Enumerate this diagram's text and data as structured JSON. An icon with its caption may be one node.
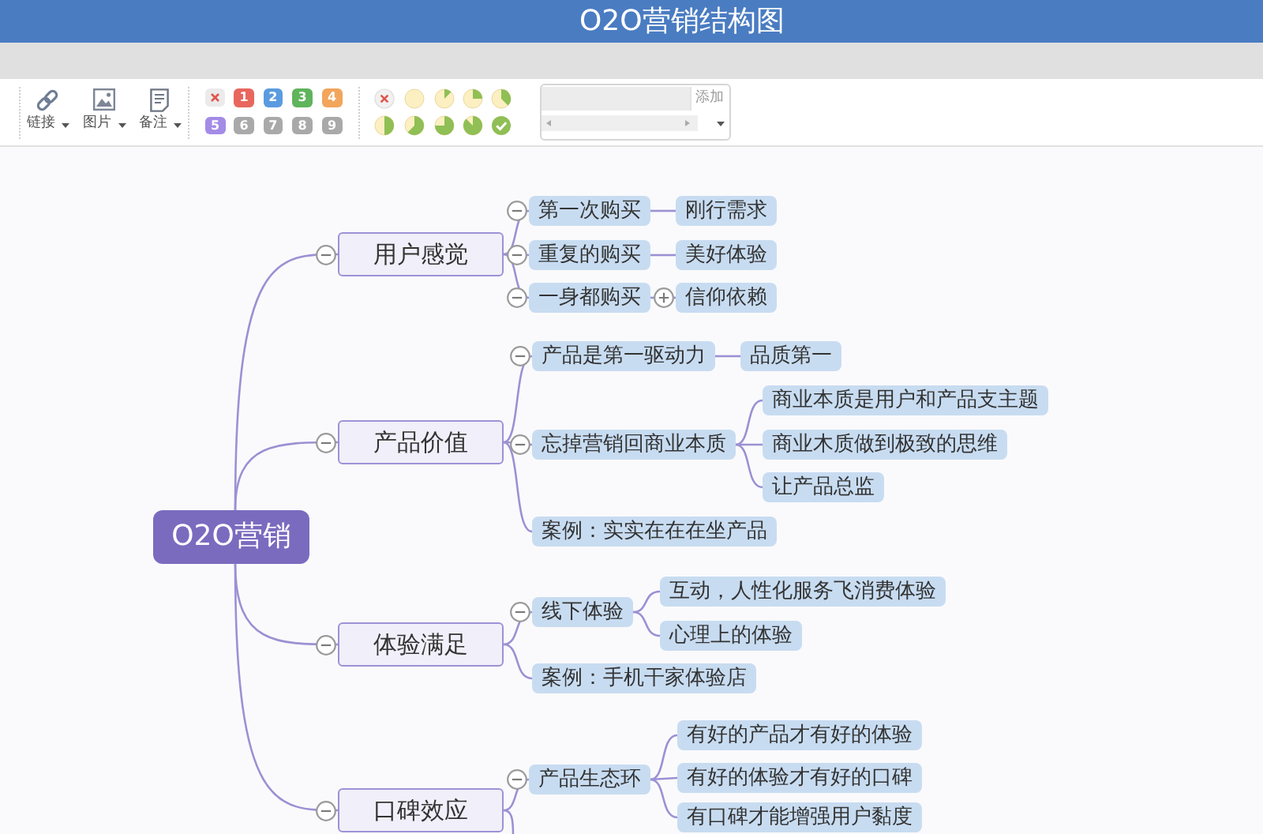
{
  "diagram": {
    "title": "O2O营销结构图",
    "nodes": [
      {
        "text": [
          "O2O营销"
        ]
      },
      {
        "text": [
          "用户感觉"
        ]
      },
      {
        "text": [
          "第一次购买"
        ]
      },
      {
        "text": [
          "刚行需求"
        ]
      },
      {
        "text": [
          "重复的购买"
        ]
      },
      {
        "text": [
          "美好体验"
        ]
      },
      {
        "text": [
          "一身都购买"
        ]
      },
      {
        "text": [
          "信仰依赖"
        ]
      },
      {
        "text": [
          "产品价值"
        ]
      },
      {
        "text": [
          "产品是第一驱动力"
        ]
      },
      {
        "text": [
          "品质第一"
        ]
      },
      {
        "text": [
          "忘掉营销回商业本质"
        ]
      },
      {
        "text": [
          "商业本质是用户和产品支主题"
        ]
      },
      {
        "text": [
          "商业木质做到极致的思维"
        ]
      },
      {
        "text": [
          "让产品总监"
        ]
      },
      {
        "text": [
          "案例：实实在在在坐产品"
        ]
      },
      {
        "text": [
          "体验满足"
        ]
      },
      {
        "text": [
          "线下体验"
        ]
      },
      {
        "text": [
          "互动，人性化服务飞消费体验"
        ]
      },
      {
        "text": [
          "心理上的体验"
        ]
      },
      {
        "text": [
          "案例：手机干家体验店"
        ]
      },
      {
        "text": [
          "口碑效应"
        ]
      },
      {
        "text": [
          "产品生态环"
        ]
      },
      {
        "text": [
          "有好的产品才有好的体验"
        ]
      },
      {
        "text": [
          "有好的体验才有好的口碑"
        ]
      },
      {
        "text": [
          "有口碑才能增强用户黏度"
        ]
      }
    ],
    "edges": [
      {
        "from": 0,
        "to": 1,
        "arrow": "none"
      },
      {
        "from": 1,
        "to": 2,
        "arrow": "none"
      },
      {
        "from": 2,
        "to": 3,
        "arrow": "none"
      },
      {
        "from": 1,
        "to": 4,
        "arrow": "none"
      },
      {
        "from": 4,
        "to": 5,
        "arrow": "none"
      },
      {
        "from": 1,
        "to": 6,
        "arrow": "none"
      },
      {
        "from": 6,
        "to": 7,
        "arrow": "none"
      },
      {
        "from": 0,
        "to": 8,
        "arrow": "none"
      },
      {
        "from": 8,
        "to": 9,
        "arrow": "none"
      },
      {
        "from": 9,
        "to": 10,
        "arrow": "none"
      },
      {
        "from": 8,
        "to": 11,
        "arrow": "none"
      },
      {
        "from": 11,
        "to": 12,
        "arrow": "none"
      },
      {
        "from": 11,
        "to": 13,
        "arrow": "none"
      },
      {
        "from": 11,
        "to": 14,
        "arrow": "none"
      },
      {
        "from": 8,
        "to": 15,
        "arrow": "none"
      },
      {
        "from": 0,
        "to": 16,
        "arrow": "none"
      },
      {
        "from": 16,
        "to": 17,
        "arrow": "none"
      },
      {
        "from": 17,
        "to": 18,
        "arrow": "none"
      },
      {
        "from": 17,
        "to": 19,
        "arrow": "none"
      },
      {
        "from": 16,
        "to": 20,
        "arrow": "none"
      },
      {
        "from": 0,
        "to": 21,
        "arrow": "none"
      },
      {
        "from": 21,
        "to": 22,
        "arrow": "none"
      },
      {
        "from": 22,
        "to": 23,
        "arrow": "none"
      },
      {
        "from": 22,
        "to": 24,
        "arrow": "none"
      },
      {
        "from": 22,
        "to": 25,
        "arrow": "none"
      },
      {
        "from": 21,
        "to": null,
        "arrow": "none"
      }
    ],
    "labels": [
      "链接",
      "图片",
      "备注",
      "1",
      "2",
      "3",
      "4",
      "5",
      "6",
      "7",
      "8",
      "9",
      "添加"
    ]
  }
}
